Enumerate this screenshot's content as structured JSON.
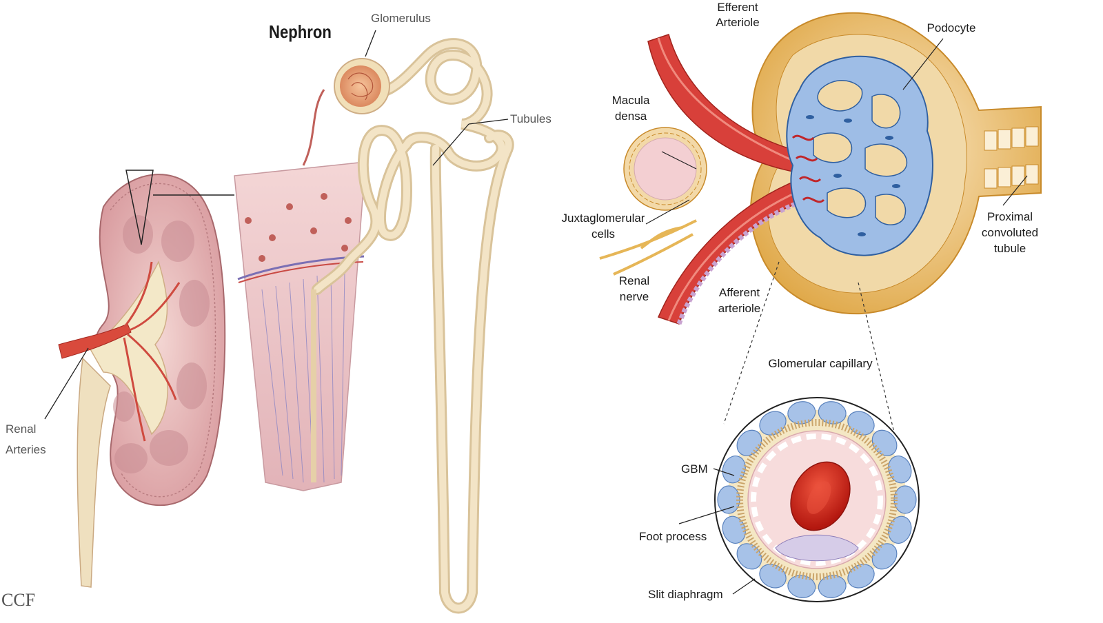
{
  "left_panel": {
    "title": "Nephron",
    "labels": {
      "glomerulus": "Glomerulus",
      "tubules": "Tubules",
      "renal_arteries_line1": "Renal",
      "renal_arteries_line2": "Arteries"
    },
    "watermark": "CCF"
  },
  "right_panel": {
    "labels": {
      "efferent_line1": "Efferent",
      "efferent_line2": "Arteriole",
      "podocyte": "Podocyte",
      "macula_line1": "Macula",
      "macula_line2": "densa",
      "juxta_line1": "Juxtaglomerular",
      "juxta_line2": "cells",
      "proximal_line1": "Proximal",
      "proximal_line2": "convoluted",
      "proximal_line3": "tubule",
      "renal_nerve_line1": "Renal",
      "renal_nerve_line2": "nerve",
      "afferent_line1": "Afferent",
      "afferent_line2": "arteriole",
      "glomerular_capillary": "Glomerular capillary",
      "gbm": "GBM",
      "foot_process": "Foot process",
      "slit_diaphragm": "Slit diaphragm"
    }
  },
  "colors": {
    "kidney": "#e8b7b9",
    "tubule": "#f0dcb4",
    "artery": "#d8403a",
    "podocyte": "#7fa8dc",
    "capsule": "#e6b657",
    "rbc": "#cc1f1a"
  }
}
